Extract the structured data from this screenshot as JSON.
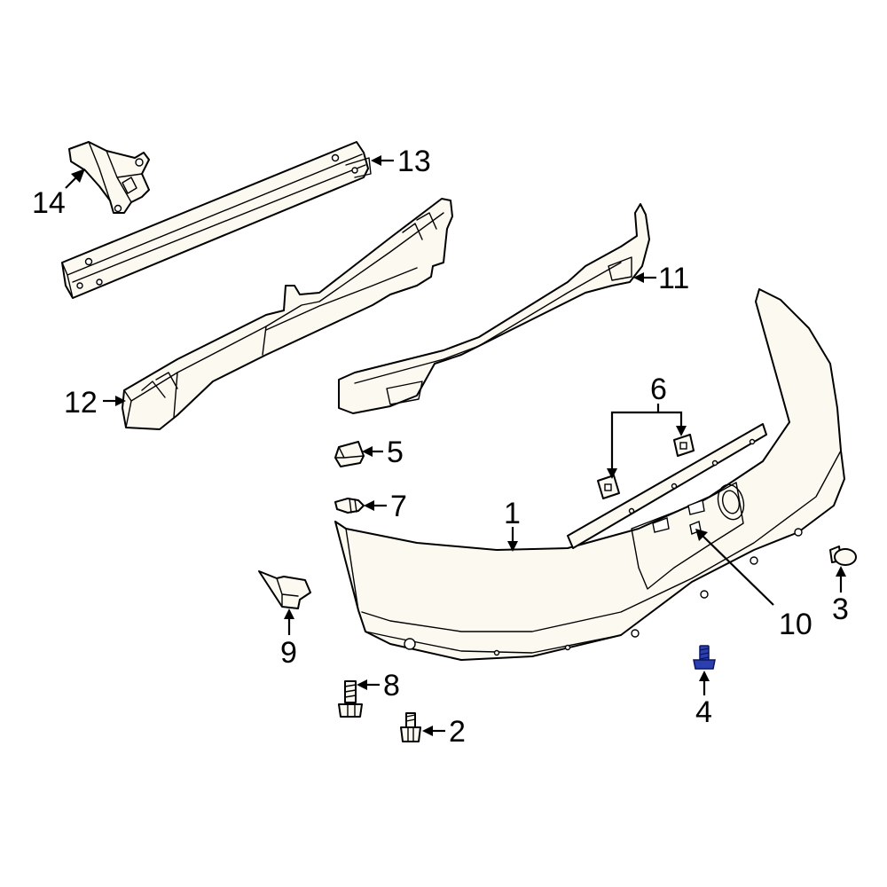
{
  "diagram": {
    "highlight_color": "#2b3fb0",
    "callouts": {
      "c1": "1",
      "c2": "2",
      "c3": "3",
      "c4": "4",
      "c5": "5",
      "c6": "6",
      "c7": "7",
      "c8": "8",
      "c9": "9",
      "c10": "10",
      "c11": "11",
      "c12": "12",
      "c13": "13",
      "c14": "14"
    },
    "highlighted_part": "4"
  }
}
